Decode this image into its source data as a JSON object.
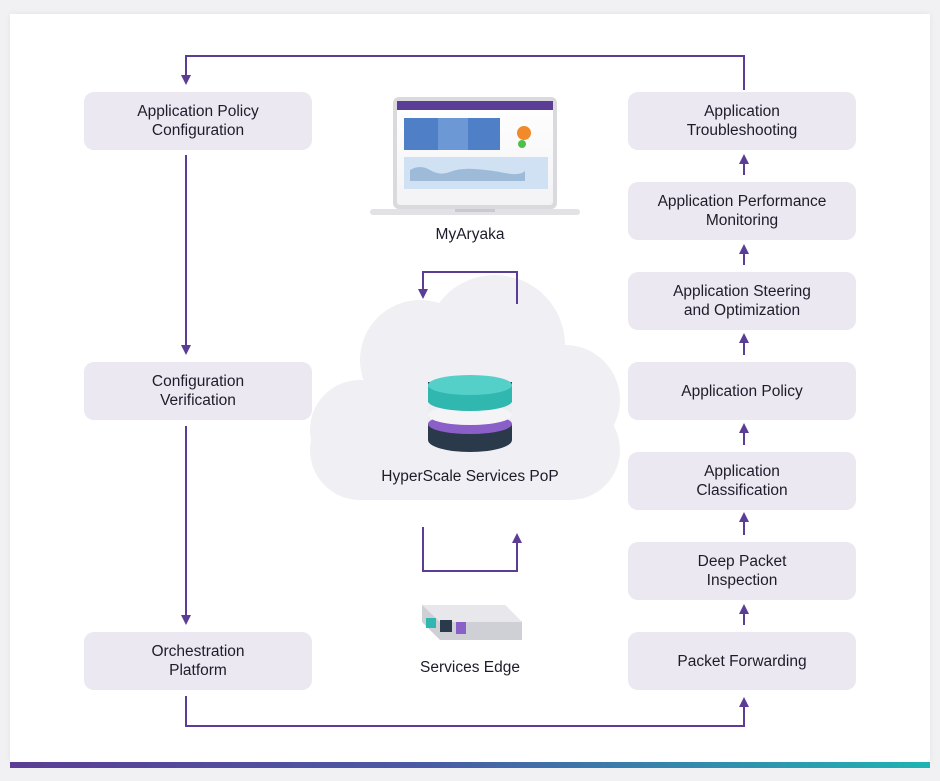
{
  "left_column": [
    {
      "name": "application-policy-configuration",
      "label": "Application Policy\nConfiguration"
    },
    {
      "name": "configuration-verification",
      "label": "Configuration\nVerification"
    },
    {
      "name": "orchestration-platform",
      "label": "Orchestration\nPlatform"
    }
  ],
  "right_column": [
    {
      "name": "application-troubleshooting",
      "label": "Application\nTroubleshooting"
    },
    {
      "name": "application-performance-monitoring",
      "label": "Application Performance\nMonitoring"
    },
    {
      "name": "application-steering-optimization",
      "label": "Application Steering\nand Optimization"
    },
    {
      "name": "application-policy",
      "label": "Application Policy"
    },
    {
      "name": "application-classification",
      "label": "Application\nClassification"
    },
    {
      "name": "deep-packet-inspection",
      "label": "Deep Packet\nInspection"
    },
    {
      "name": "packet-forwarding",
      "label": "Packet Forwarding"
    }
  ],
  "center": {
    "myaryaka_label": "MyAryaka",
    "pop_label": "HyperScale Services PoP",
    "edge_label": "Services Edge"
  },
  "colors": {
    "arrow": "#5b3d96",
    "box_fill": "#ebe8f1",
    "cloud": "#f0eff4",
    "db_teal": "#2fb7b0",
    "db_purple": "#8a5fc8",
    "db_dark": "#2b3a4a"
  }
}
